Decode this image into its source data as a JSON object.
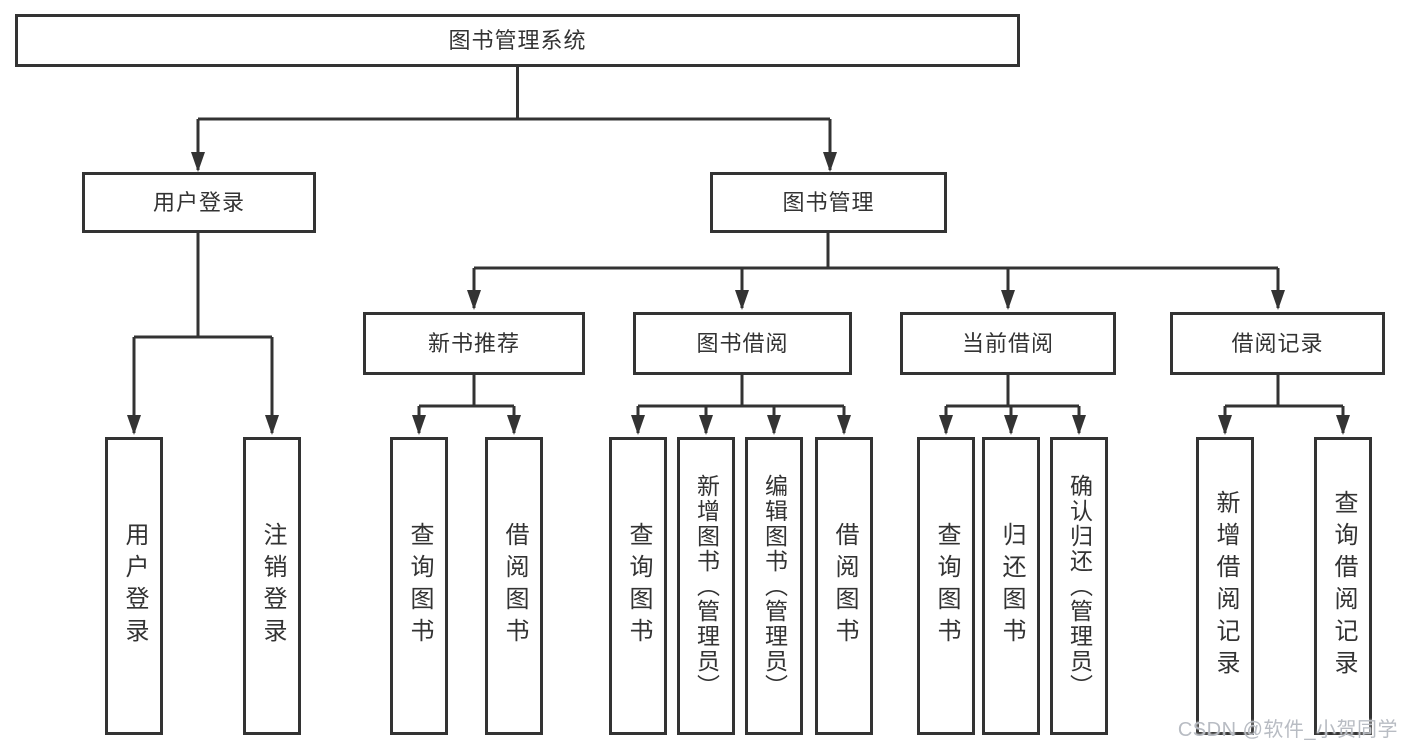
{
  "colors": {
    "line": "#333333",
    "text": "#333333",
    "box_bg": "#ffffff",
    "page_bg": "#ffffff",
    "watermark": "#b8bcc3"
  },
  "nodes": {
    "root": "图书管理系统",
    "user_login": "用户登录",
    "book_management": "图书管理",
    "new_book_recommend": "新书推荐",
    "book_borrowing": "图书借阅",
    "current_borrowing": "当前借阅",
    "borrowing_records": "借阅记录",
    "leaf_user_login": "用户登录",
    "leaf_logout": "注销登录",
    "leaf_query_books_a": "查询图书",
    "leaf_borrow_books_a": "借阅图书",
    "leaf_query_books_b": "查询图书",
    "leaf_add_books_admin": "新增图书（管理员）",
    "leaf_edit_books_admin": "编辑图书（管理员）",
    "leaf_borrow_books_b": "借阅图书",
    "leaf_query_books_c": "查询图书",
    "leaf_return_books": "归还图书",
    "leaf_confirm_return_admin": "确认归还（管理员）",
    "leaf_add_borrow_record": "新增借阅记录",
    "leaf_query_borrow_record": "查询借阅记录"
  },
  "hierarchy": {
    "图书管理系统": [
      "用户登录",
      "图书管理"
    ],
    "用户登录": [
      "用户登录",
      "注销登录"
    ],
    "图书管理": [
      "新书推荐",
      "图书借阅",
      "当前借阅",
      "借阅记录"
    ],
    "新书推荐": [
      "查询图书",
      "借阅图书"
    ],
    "图书借阅": [
      "查询图书",
      "新增图书（管理员）",
      "编辑图书（管理员）",
      "借阅图书"
    ],
    "当前借阅": [
      "查询图书",
      "归还图书",
      "确认归还（管理员）"
    ],
    "借阅记录": [
      "新增借阅记录",
      "查询借阅记录"
    ]
  },
  "watermark": "CSDN @软件_小贺同学"
}
